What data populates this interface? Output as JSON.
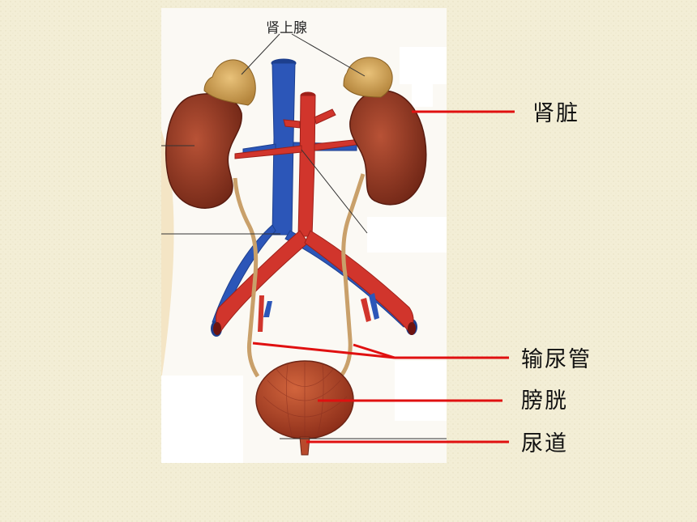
{
  "diagram": {
    "labels": {
      "adrenal": "肾上腺",
      "kidney": "肾脏",
      "ureter": "输尿管",
      "bladder": "膀胱",
      "urethra": "尿道"
    },
    "colors": {
      "background": "#f3eed6",
      "vein": "#2c56b8",
      "artery": "#d1352c",
      "kidney": "#9b3a24",
      "bladder": "#b94a2c",
      "pointer": "#e01010"
    }
  }
}
